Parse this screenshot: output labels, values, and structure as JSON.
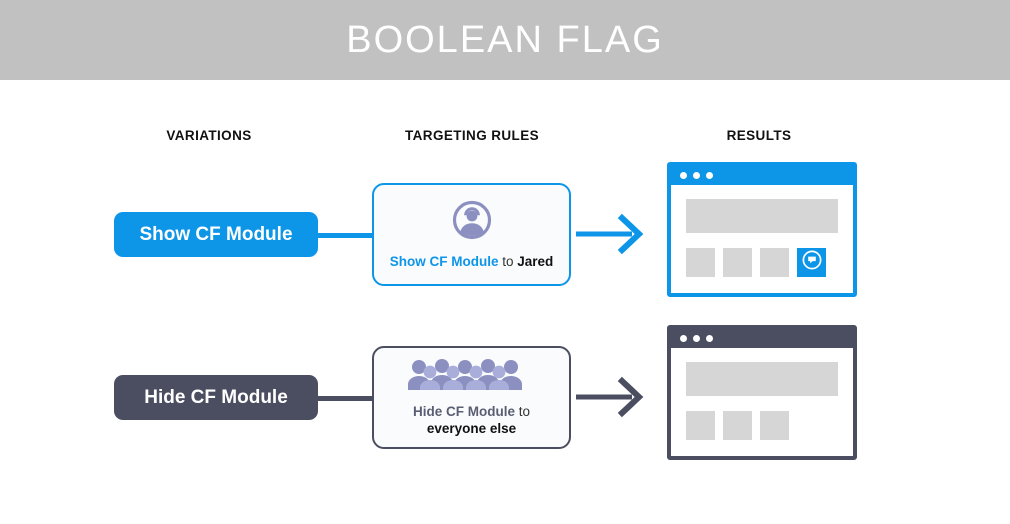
{
  "header": {
    "title": "BOOLEAN FLAG",
    "background_color": "#c1c1c1",
    "text_color": "#ffffff"
  },
  "colors": {
    "accent_blue": "#0d95e8",
    "slate_dark": "#4b4e60",
    "icon_purple": "#8b90c0",
    "placeholder_gray": "#d6d6d6",
    "card_background": "#fafbfd"
  },
  "columns": [
    {
      "label": "VARIATIONS"
    },
    {
      "label": "TARGETING RULES"
    },
    {
      "label": "RESULTS"
    }
  ],
  "rows": [
    {
      "id": "show-cf-module",
      "accent": "#0d95e8",
      "variation": {
        "label": "Show CF Module"
      },
      "rule": {
        "icon": "single-person-icon",
        "variation_text": "Show CF Module",
        "connector_text": " to ",
        "audience_text": "Jared",
        "two_line": false
      },
      "result": {
        "window_dots": 3,
        "tiles": 4,
        "has_feature_tile": true,
        "feature_tile_icon": "chat-bubble-icon"
      },
      "arrow": {
        "color": "#0d95e8"
      }
    },
    {
      "id": "hide-cf-module",
      "accent": "#4b4e60",
      "variation": {
        "label": "Hide CF Module"
      },
      "rule": {
        "icon": "crowd-of-people-icon",
        "variation_text": "Hide CF Module",
        "connector_text": " to",
        "audience_text": "everyone else",
        "two_line": true
      },
      "result": {
        "window_dots": 3,
        "tiles": 3,
        "has_feature_tile": false,
        "feature_tile_icon": ""
      },
      "arrow": {
        "color": "#4b4e60"
      }
    }
  ]
}
